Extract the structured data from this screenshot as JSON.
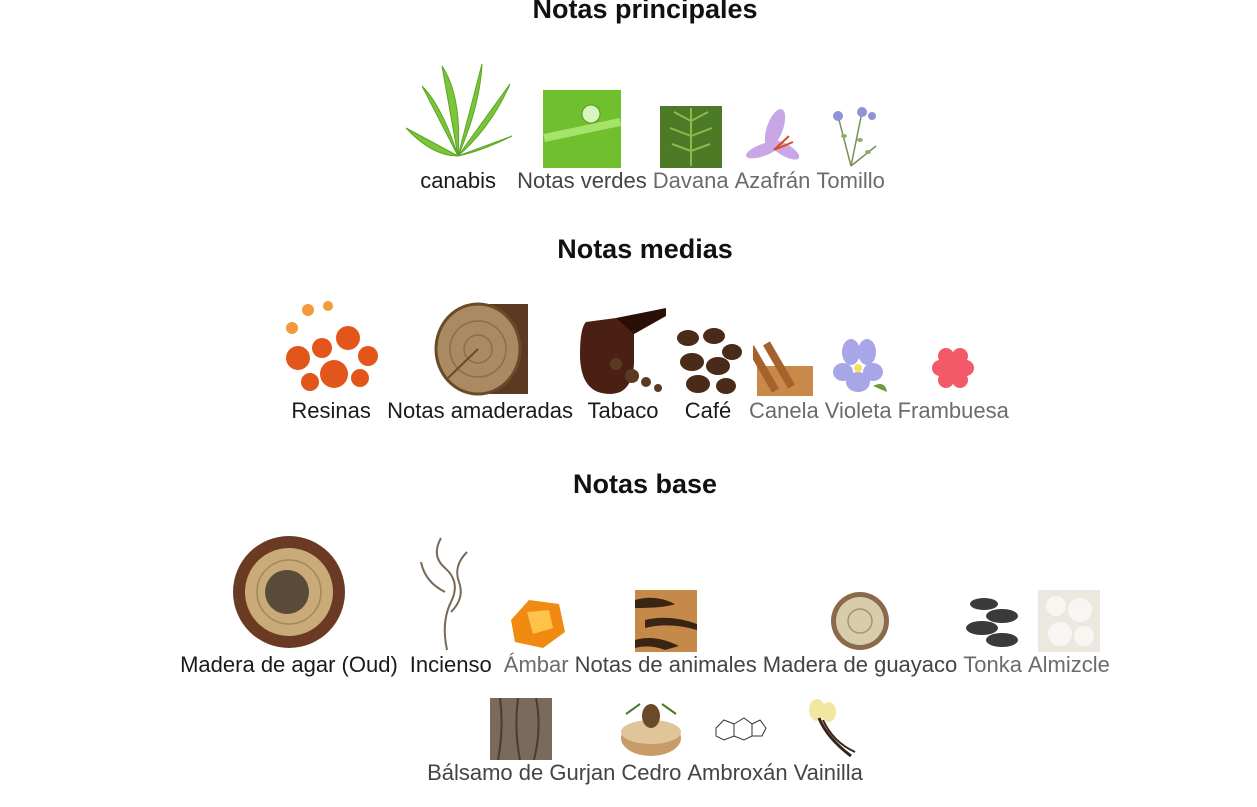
{
  "sections": {
    "top": {
      "title": "Notas principales"
    },
    "middle": {
      "title": "Notas medias"
    },
    "base": {
      "title": "Notas base"
    }
  },
  "top_notes": [
    "canabis",
    "Notas verdes",
    "Davana",
    "Azafrán",
    "Tomillo"
  ],
  "middle_notes": [
    "Resinas",
    "Notas amaderadas",
    "Tabaco",
    "Café",
    "Canela",
    "Violeta",
    "Frambuesa"
  ],
  "base_notes_row1": [
    "Madera de agar (Oud)",
    "Incienso",
    "Ámbar",
    "Notas de animales",
    "Madera de guayaco",
    "Tonka",
    "Almizcle"
  ],
  "base_notes_row2": [
    "Bálsamo de Gurjan",
    "Cedro",
    "Ambroxán",
    "Vainilla"
  ],
  "icons": {
    "canabis": "cannabis-leaf-icon",
    "notas_verdes": "green-drop-icon",
    "davana": "herb-icon",
    "azafran": "saffron-flower-icon",
    "tomillo": "thyme-icon",
    "resinas": "resin-icon",
    "notas_amaderadas": "wood-log-icon",
    "tabaco": "tobacco-pipe-icon",
    "cafe": "coffee-beans-icon",
    "canela": "cinnamon-icon",
    "violeta": "violet-flower-icon",
    "frambuesa": "raspberry-icon",
    "madera_de_agar": "agarwood-icon",
    "incienso": "smoke-icon",
    "ambar": "amber-icon",
    "notas_de_animales": "animal-fur-icon",
    "madera_de_guayaco": "guaiac-wood-icon",
    "tonka": "tonka-bean-icon",
    "almizcle": "musk-icon",
    "balsamo_de_gurjan": "bark-icon",
    "cedro": "cedar-icon",
    "ambroxan": "molecule-icon",
    "vainilla": "vanilla-icon"
  }
}
